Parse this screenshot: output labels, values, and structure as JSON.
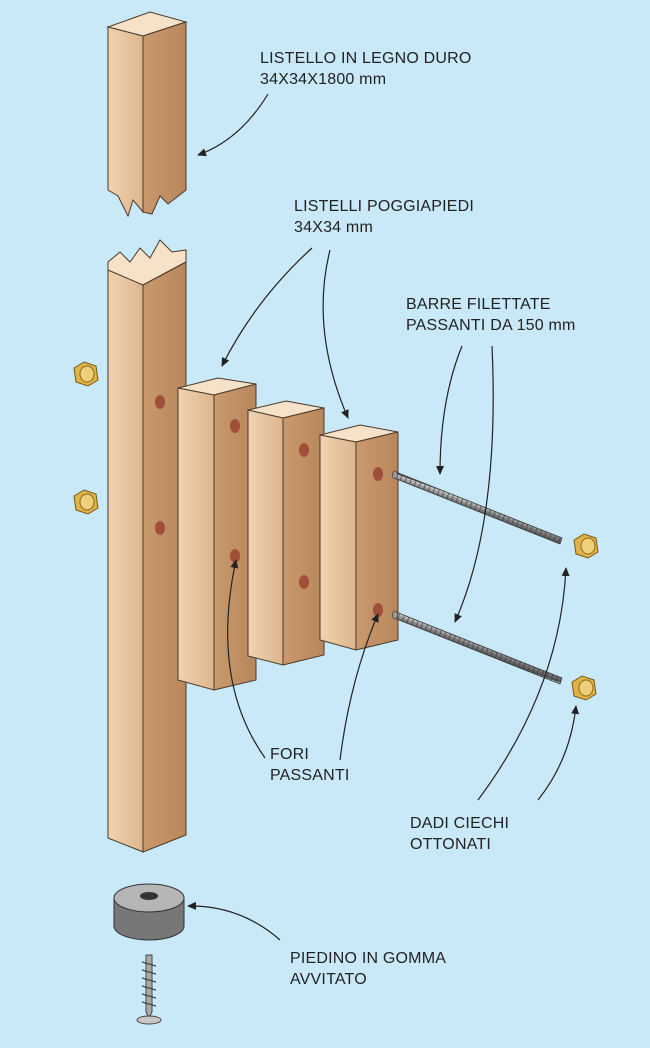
{
  "labels": {
    "listello": {
      "line1": "LISTELLO IN LEGNO DURO",
      "line2": "34X34X1800 mm"
    },
    "poggiapiedi": {
      "line1": "LISTELLI POGGIAPIEDI",
      "line2": "34X34 mm"
    },
    "barre": {
      "line1": "BARRE FILETTATE",
      "line2": "PASSANTI  DA 150 mm"
    },
    "fori": {
      "line1": "FORI",
      "line2": "PASSANTI"
    },
    "dadi": {
      "line1": "DADI CIECHI",
      "line2": "OTTONATI"
    },
    "piedino": {
      "line1": "PIEDINO IN GOMMA",
      "line2": "AVVITATO"
    }
  },
  "colors": {
    "background": "#c9e9f9",
    "wood_front": "#e9c7a3",
    "wood_side": "#c89a70",
    "wood_top": "#f6e2c8",
    "hole": "#a0503a",
    "brass": "#e2b24a",
    "rubber": "#8a8a8a",
    "rod": "#888888"
  }
}
